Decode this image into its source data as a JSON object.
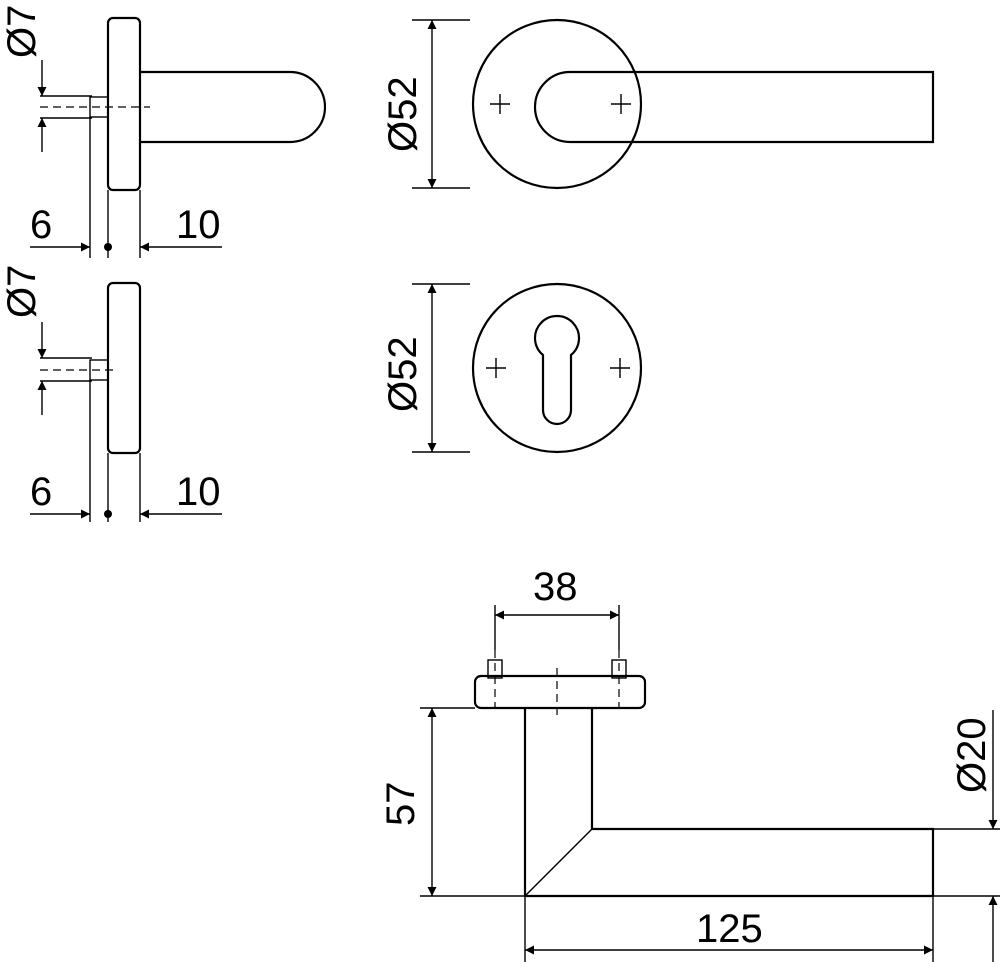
{
  "dimensions": {
    "top_view_spindle_diameter": "Ø7",
    "top_view_left_offset": "6",
    "top_view_rose_depth": "10",
    "bottom_view_spindle_diameter": "Ø7",
    "bottom_view_left_offset": "6",
    "bottom_view_rose_depth": "10",
    "handle_rose_diameter": "Ø52",
    "escutcheon_rose_diameter": "Ø52",
    "screw_spacing": "38",
    "handle_height": "57",
    "handle_length": "125",
    "handle_grip_diameter": "Ø20"
  }
}
